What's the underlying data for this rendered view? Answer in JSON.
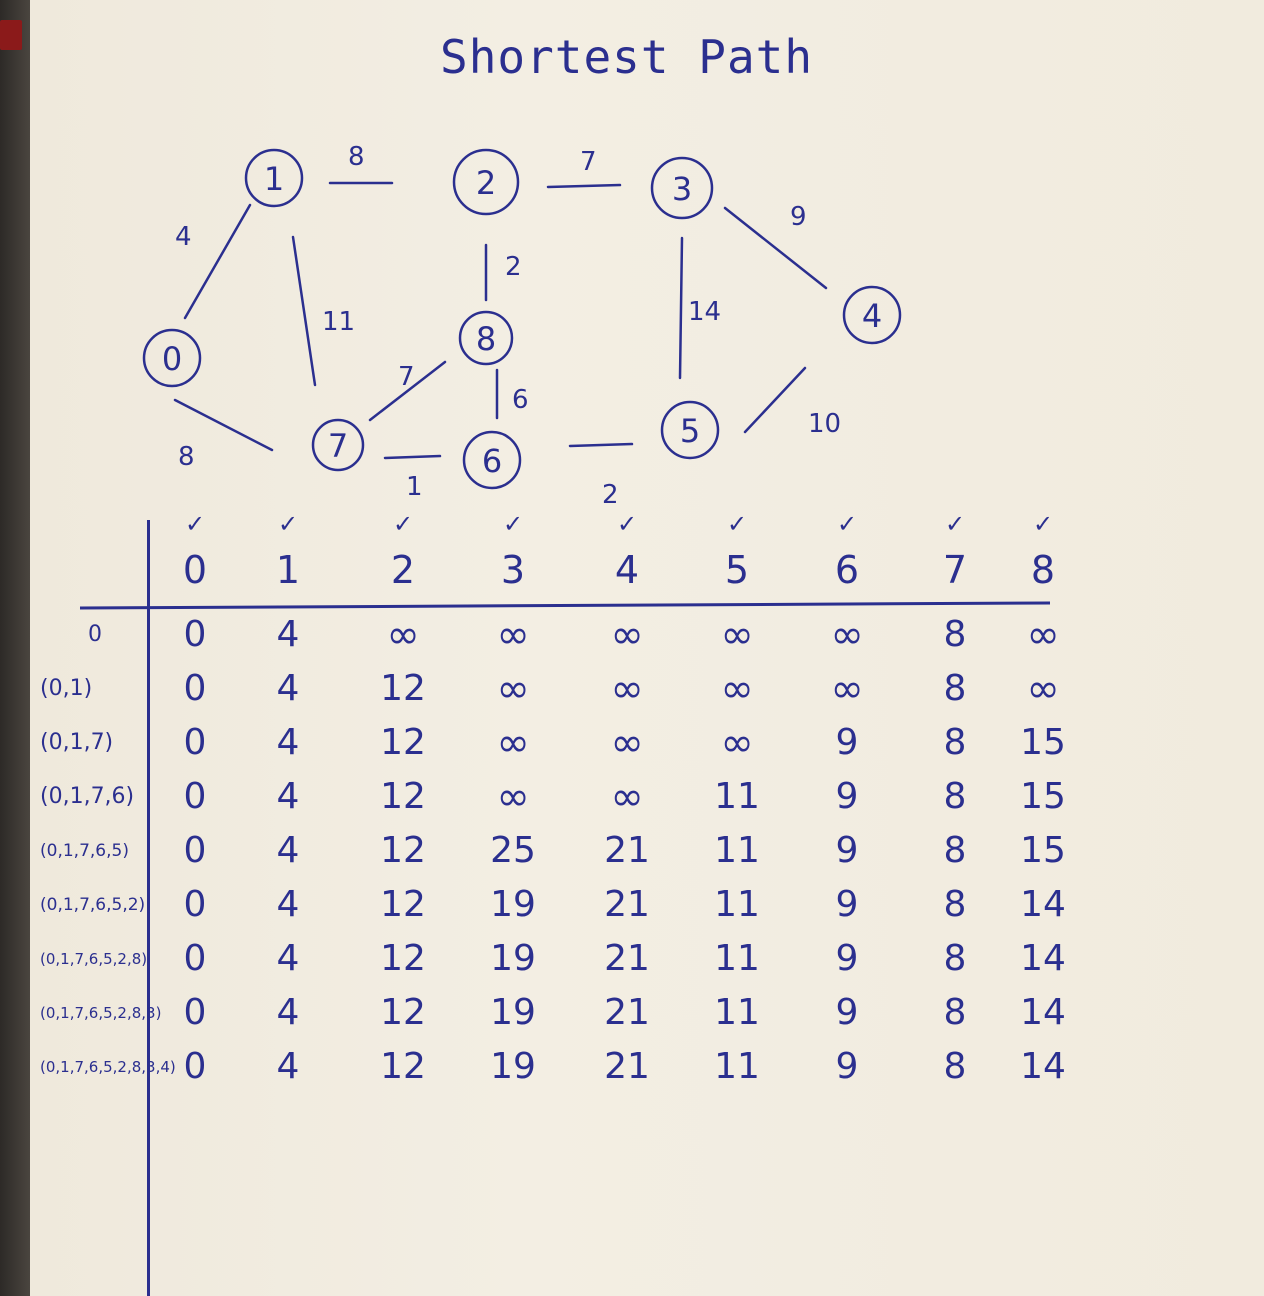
{
  "title": "Shortest   Path",
  "graph": {
    "nodes": [
      "0",
      "1",
      "2",
      "3",
      "4",
      "5",
      "6",
      "7",
      "8"
    ],
    "edges": [
      {
        "from": "0",
        "to": "1",
        "weight": "4"
      },
      {
        "from": "1",
        "to": "2",
        "weight": "8"
      },
      {
        "from": "2",
        "to": "3",
        "weight": "7"
      },
      {
        "from": "3",
        "to": "4",
        "weight": "9"
      },
      {
        "from": "1",
        "to": "7",
        "weight": "11"
      },
      {
        "from": "2",
        "to": "8",
        "weight": "2"
      },
      {
        "from": "3",
        "to": "5",
        "weight": "14"
      },
      {
        "from": "0",
        "to": "7",
        "weight": "8"
      },
      {
        "from": "7",
        "to": "8",
        "weight": "7"
      },
      {
        "from": "8",
        "to": "6",
        "weight": "6"
      },
      {
        "from": "7",
        "to": "6",
        "weight": "1"
      },
      {
        "from": "6",
        "to": "5",
        "weight": "2"
      },
      {
        "from": "4",
        "to": "5",
        "weight": "10"
      }
    ]
  },
  "table": {
    "checks": [
      "✓",
      "✓",
      "✓",
      "✓",
      "✓",
      "✓",
      "✓",
      "✓",
      "✓"
    ],
    "columns": [
      "0",
      "1",
      "2",
      "3",
      "4",
      "5",
      "6",
      "7",
      "8"
    ],
    "rows": [
      {
        "label": "0",
        "values": [
          "0",
          "4",
          "∞",
          "∞",
          "∞",
          "∞",
          "∞",
          "8",
          "∞"
        ]
      },
      {
        "label": "(0,1)",
        "values": [
          "0",
          "4",
          "12",
          "∞",
          "∞",
          "∞",
          "∞",
          "8",
          "∞"
        ]
      },
      {
        "label": "(0,1,7)",
        "values": [
          "0",
          "4",
          "12",
          "∞",
          "∞",
          "∞",
          "9",
          "8",
          "15"
        ]
      },
      {
        "label": "(0,1,7,6)",
        "values": [
          "0",
          "4",
          "12",
          "∞",
          "∞",
          "11",
          "9",
          "8",
          "15"
        ]
      },
      {
        "label": "(0,1,7,6,5)",
        "values": [
          "0",
          "4",
          "12",
          "25",
          "21",
          "11",
          "9",
          "8",
          "15"
        ]
      },
      {
        "label": "(0,1,7,6,5,2)",
        "values": [
          "0",
          "4",
          "12",
          "19",
          "21",
          "11",
          "9",
          "8",
          "14"
        ]
      },
      {
        "label": "(0,1,7,6,5,2,8)",
        "values": [
          "0",
          "4",
          "12",
          "19",
          "21",
          "11",
          "9",
          "8",
          "14"
        ]
      },
      {
        "label": "(0,1,7,6,5,2,8,3)",
        "values": [
          "0",
          "4",
          "12",
          "19",
          "21",
          "11",
          "9",
          "8",
          "14"
        ]
      },
      {
        "label": "(0,1,7,6,5,2,8,3,4)",
        "values": [
          "0",
          "4",
          "12",
          "19",
          "21",
          "11",
          "9",
          "8",
          "14"
        ]
      }
    ]
  }
}
